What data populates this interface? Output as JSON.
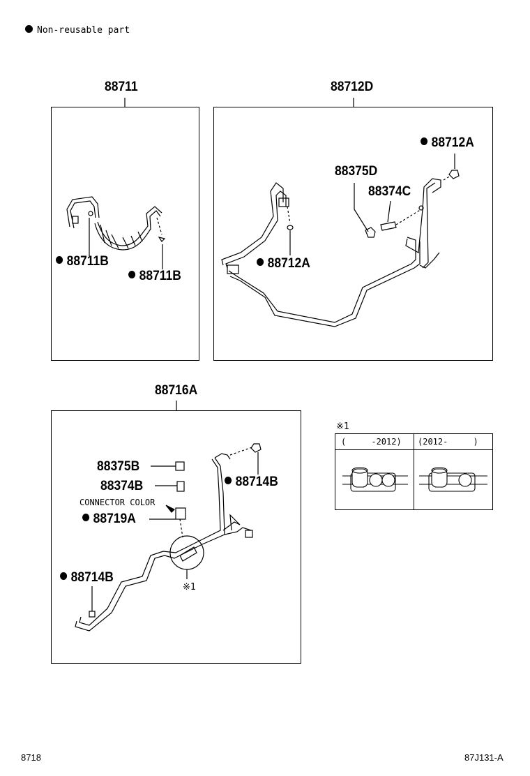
{
  "legend": {
    "text": "Non-reusable part"
  },
  "groups": {
    "g1": {
      "title": "88711",
      "parts": [
        "88711B",
        "88711B"
      ]
    },
    "g2": {
      "title": "88712D",
      "parts": [
        "88712A",
        "88375D",
        "88374C",
        "88712A"
      ]
    },
    "g3": {
      "title": "88716A",
      "parts": [
        "88375B",
        "88374B",
        "88719A",
        "88714B",
        "88714B"
      ],
      "connector_color": "CONNECTOR COLOR",
      "note_mark": "※1"
    }
  },
  "detail": {
    "mark": "※1",
    "col1": "(     -2012)",
    "col2": "(2012-     )"
  },
  "footer": {
    "left": "8718",
    "right": "87J131-A"
  }
}
